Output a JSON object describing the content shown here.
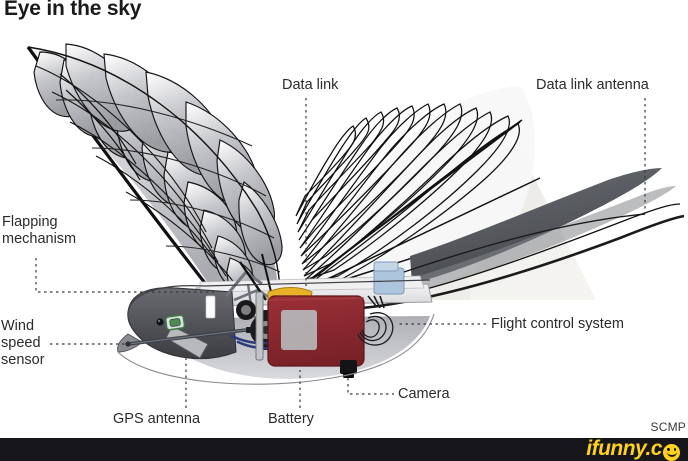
{
  "title": "Eye in the sky",
  "credit": "SCMP",
  "watermark": {
    "text": "ifunny.c",
    "suffix": "o"
  },
  "callouts": {
    "data_link": "Data link",
    "data_link_antenna": "Data link antenna",
    "flapping_mechanism": "Flapping\nmechanism",
    "wind_speed_sensor": "Wind\nspeed\nsensor",
    "flight_control_system": "Flight control system",
    "gps_antenna": "GPS antenna",
    "battery": "Battery",
    "camera": "Camera"
  },
  "diagram": {
    "subject": "bird-shaped flapping-wing surveillance drone, cutaway illustration",
    "colors": {
      "body_dark_gray": "#55555a",
      "body_mid_gray": "#8c8d92",
      "body_light_gray": "#c9cace",
      "tail_dark": "#4a4d52",
      "battery_red": "#8c2a31",
      "battery_label_gray": "#b6b7bb",
      "data_link_blue": "#aec6dd",
      "gear_black": "#1d1d1f",
      "wire_blue": "#2b3a7a",
      "motor_yellow": "#e8b228",
      "gps_green": "#3f7a45",
      "wing_fill_light": "#e9eaec",
      "wing_fill_mid": "#b9babf",
      "outline": "#111111",
      "leader_line": "#3a3a3a",
      "shadow": "#e2e1dd"
    },
    "parts": [
      "left wing with layered feathers",
      "right wing line-art feathers",
      "head with eye",
      "wind speed sensor probe",
      "GPS antenna module",
      "flapping gear mechanism",
      "battery pack",
      "camera module",
      "flight control system",
      "data link transceiver",
      "data link antenna wire",
      "tail feathers"
    ]
  }
}
